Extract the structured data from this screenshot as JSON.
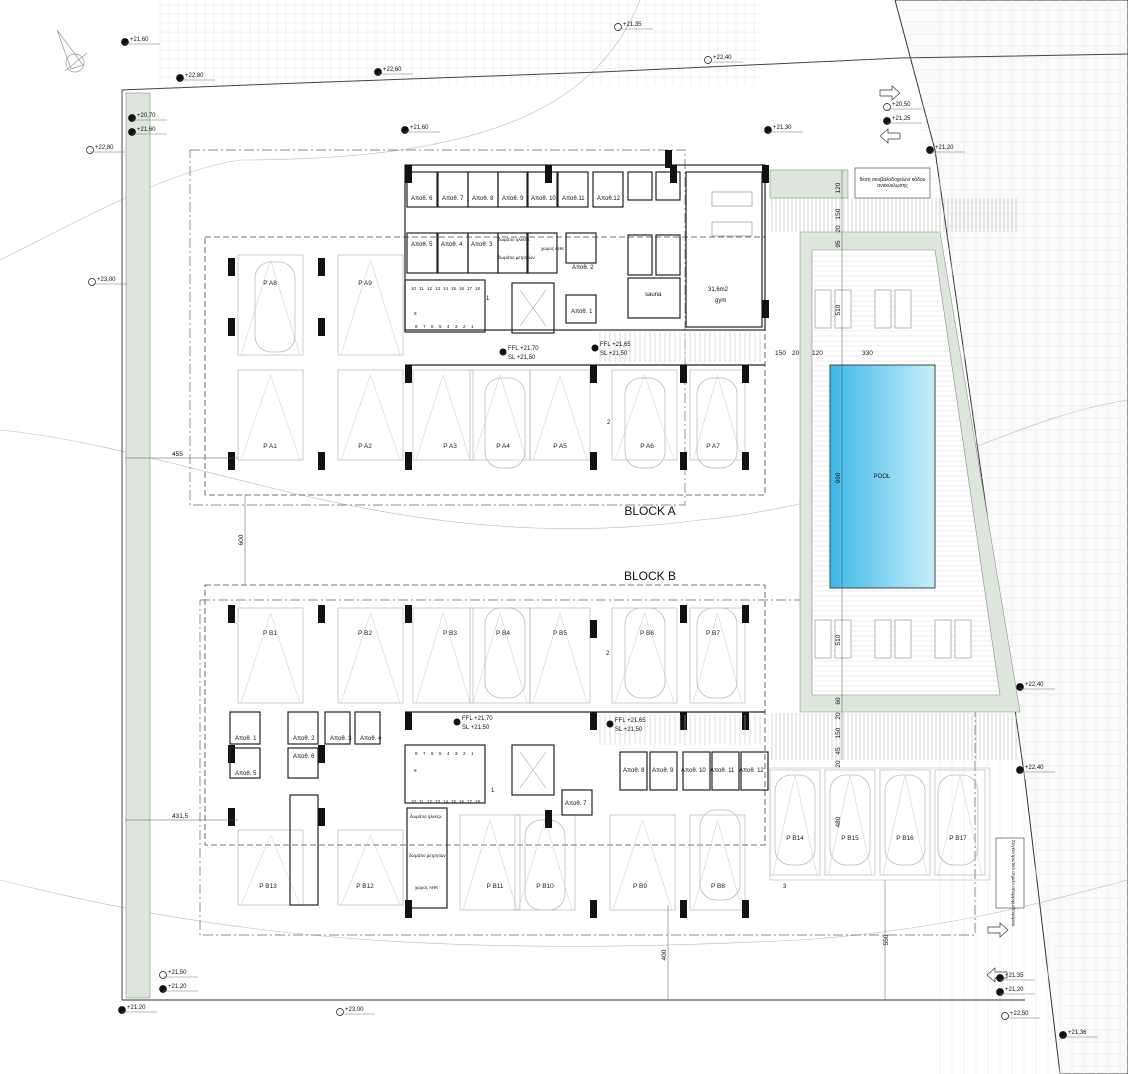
{
  "title_blocks": {
    "block_a": "BLOCK A",
    "block_b": "BLOCK B",
    "pool": "POOL"
  },
  "elevations": [
    "+21,60",
    "+21,35",
    "+22,80",
    "+22,60",
    "+22,40",
    "+20,70",
    "+21,60",
    "+22,80",
    "+21,60",
    "+21,30",
    "+20,50",
    "+21,25",
    "+21,20",
    "+23,00",
    "+22,40",
    "+22,40",
    "+21,50",
    "+21,20",
    "+21,20",
    "+23,00",
    "+21,35",
    "+21,20",
    "+22,50",
    "+21,36"
  ],
  "levels": {
    "a_left": {
      "ffl": "FFL +21,70",
      "sl": "SL  +21,50"
    },
    "a_right": {
      "ffl": "FFL +21,65",
      "sl": "SL  +21,50"
    },
    "b_left": {
      "ffl": "FFL +21,70",
      "sl": "SL  +21,50"
    },
    "b_right": {
      "ffl": "FFL +21,65",
      "sl": "SL  +21,50"
    }
  },
  "block_a": {
    "storage_top": [
      "Αποθ. 6",
      "Αποθ. 7",
      "Αποθ. 8",
      "Αποθ. 9",
      "Αποθ. 10",
      "Αποθ.11",
      "Αποθ.12"
    ],
    "storage_mid": [
      "Αποθ. 5",
      "Αποθ. 4",
      "Αποθ. 3"
    ],
    "rooms": {
      "elec": "δωμάτιο ηλεκτρ.",
      "meters": "δωμάτιο μετρητών",
      "ahk": "χώρος ΑΗΚ",
      "store2": "Αποθ. 2",
      "store1": "Αποθ. 1",
      "sauna": "sauna",
      "gym_area": "31,6m2",
      "gym": "gym"
    },
    "parking": [
      "P A8",
      "P A9",
      "P A1",
      "P A2",
      "P A3",
      "P A4",
      "P A5",
      "P A6",
      "P A7"
    ],
    "stair_top": [
      "10",
      "11",
      "12",
      "13",
      "14",
      "15",
      "16",
      "17",
      "18"
    ],
    "stair_bottom": [
      "8",
      "7",
      "6",
      "5",
      "4",
      "3",
      "2",
      "1"
    ],
    "stair_mid": "9",
    "tags": [
      "1",
      "2"
    ]
  },
  "block_b": {
    "storage_left": [
      "Αποθ. 1",
      "Αποθ. 2",
      "Αποθ. 3",
      "Αποθ. 4",
      "Αποθ. 5",
      "Αποθ. 6"
    ],
    "storage_right": [
      "Αποθ. 8",
      "Αποθ. 9",
      "Αποθ. 10",
      "Αποθ. 11",
      "Αποθ. 12"
    ],
    "rooms": {
      "store7": "Αποθ. 7",
      "elec": "δωμάτιο ηλεκτρ.",
      "meters": "δωμάτιο μετρητών",
      "ahk": "χώρος ΑΗΚ"
    },
    "parking": [
      "P B1",
      "P B2",
      "P B3",
      "P B4",
      "P B5",
      "P B6",
      "P B7",
      "P B13",
      "P B12",
      "P B11",
      "P B10",
      "P B9",
      "P B8",
      "P B14",
      "P B15",
      "P B16",
      "P B17"
    ],
    "stair_top": [
      "8",
      "7",
      "6",
      "5",
      "4",
      "3",
      "2",
      "1"
    ],
    "stair_bottom": [
      "10",
      "11",
      "12",
      "13",
      "14",
      "15",
      "16",
      "17",
      "18"
    ],
    "stair_mid": "9",
    "tags": [
      "1",
      "2",
      "3"
    ]
  },
  "bin_sign": "θέση σκυβαλοδοχείων/ κάδου ανακύκλωσης",
  "collection_sign": "Συγκεντρωτικό σημείο απορριμματοφόρου",
  "dimensions": {
    "d120a": "120",
    "d150a": "150",
    "d20a": "20",
    "d95": "95",
    "d510a": "510",
    "d150b": "150",
    "d20b": "20",
    "d120b": "120",
    "d330": "330",
    "d960": "960",
    "d510b": "510",
    "d60": "60",
    "d20c": "20",
    "d150c": "150",
    "d45": "45",
    "d20d": "20",
    "d480": "480",
    "d550": "550",
    "d400": "400",
    "d600": "600",
    "d455": "455",
    "d4315": "431,5"
  }
}
